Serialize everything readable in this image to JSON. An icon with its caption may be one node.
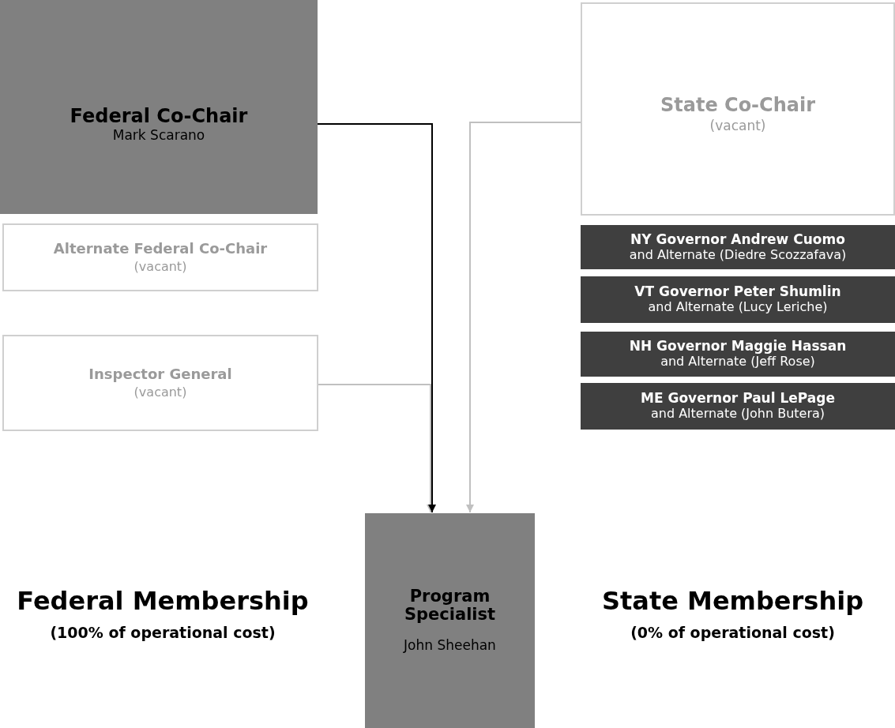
{
  "diagram": {
    "nodes": [
      {
        "text": [
          "Federal Co-Chair",
          "Mark Scarano"
        ]
      },
      {
        "text": [
          "Alternate Federal Co-Chair",
          "(vacant)"
        ]
      },
      {
        "text": [
          "Inspector General",
          "(vacant)"
        ]
      },
      {
        "text": [
          "State Co-Chair",
          "(vacant)"
        ]
      },
      {
        "text": [
          "NY Governor Andrew Cuomo",
          "and Alternate (Diedre Scozzafava)"
        ]
      },
      {
        "text": [
          "VT Governor Peter Shumlin",
          "and Alternate (Lucy Leriche)"
        ]
      },
      {
        "text": [
          "NH Governor Maggie Hassan",
          "and Alternate (Jeff Rose)"
        ]
      },
      {
        "text": [
          "ME Governor Paul LePage",
          "and Alternate (John Butera)"
        ]
      },
      {
        "text": [
          "Program Specialist",
          "John Sheehan"
        ]
      }
    ],
    "edges": [
      {
        "from": 0,
        "to": 8,
        "arrow": "to",
        "color": "#000000"
      },
      {
        "from": 2,
        "to": 8,
        "arrow": "to"
      },
      {
        "from": 3,
        "to": 8,
        "arrow": "to"
      }
    ],
    "labels": [
      "Federal Membership",
      "(100% of operational cost)",
      "State Membership",
      "(0% of operational cost)"
    ]
  }
}
